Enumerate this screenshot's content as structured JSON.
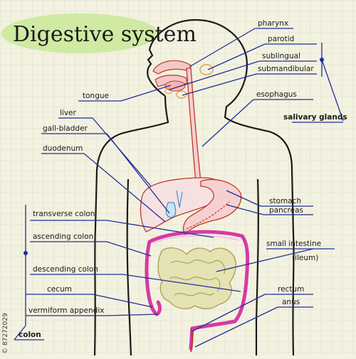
{
  "title": "Digestive system",
  "labels": {
    "pharynx": "pharynx",
    "parotid": "parotid",
    "sublingual": "sublingual",
    "submandibular": "submandibular",
    "tongue": "tongue",
    "esophagus": "esophagus",
    "salivary_glands": "salivary glands",
    "liver": "liver",
    "gall_bladder": "gall-bladder",
    "duodenum": "duodenum",
    "stomach": "stomach",
    "pancreas": "pancreas",
    "transverse_colon": "transverse colon",
    "ascending_colon": "ascending colon",
    "small_intestine": "small intestine",
    "ileum": "(ileum)",
    "descending_colon": "descending colon",
    "rectum": "rectum",
    "cecum": "cecum",
    "anus": "anus",
    "vermiform_appendix": "vermiform appendix",
    "colon": "colon"
  },
  "watermark": "© 87272029",
  "colors": {
    "background": "#f3f1df",
    "grid": "#d9dbcf",
    "leader": "#1e2f9c",
    "outline": "#1a1a1a",
    "title_ellipse": "#cfeaa2",
    "organ_red": "#c0392b",
    "colon_magenta": "#d63aa5",
    "small_intestine_olive": "#a9a45a",
    "gland_orange": "#e7a14a",
    "gall_blue": "#3f8fd0"
  }
}
